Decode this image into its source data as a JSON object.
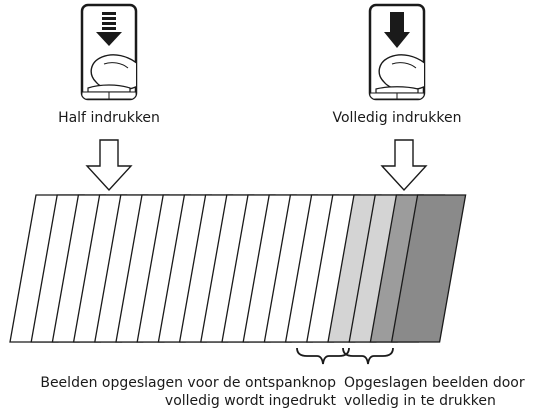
{
  "labels": {
    "half_press": "Half indrukken",
    "full_press": "Volledig indrukken",
    "caption_before_line1": "Beelden opgeslagen voor de ontspanknop",
    "caption_before_line2": "volledig wordt ingedrukt",
    "caption_after_line1": "Opgeslagen beelden door",
    "caption_after_line2": "volledig in te drukken"
  },
  "frames": {
    "count": 19,
    "white_count": 15,
    "light_gray_count": 2,
    "dark_gray_count": 2,
    "colors": {
      "white": "#ffffff",
      "light_gray": "#d4d4d4",
      "dark_gray": "#9c9c9c",
      "last_frame": "#8a8a8a",
      "stroke": "#1a1a1a"
    }
  },
  "icons": {
    "half_press_button": "shutter-half-press-icon",
    "full_press_button": "shutter-full-press-icon",
    "arrows": "down-arrow-outline-icon",
    "braces": "curly-brace-icon"
  }
}
